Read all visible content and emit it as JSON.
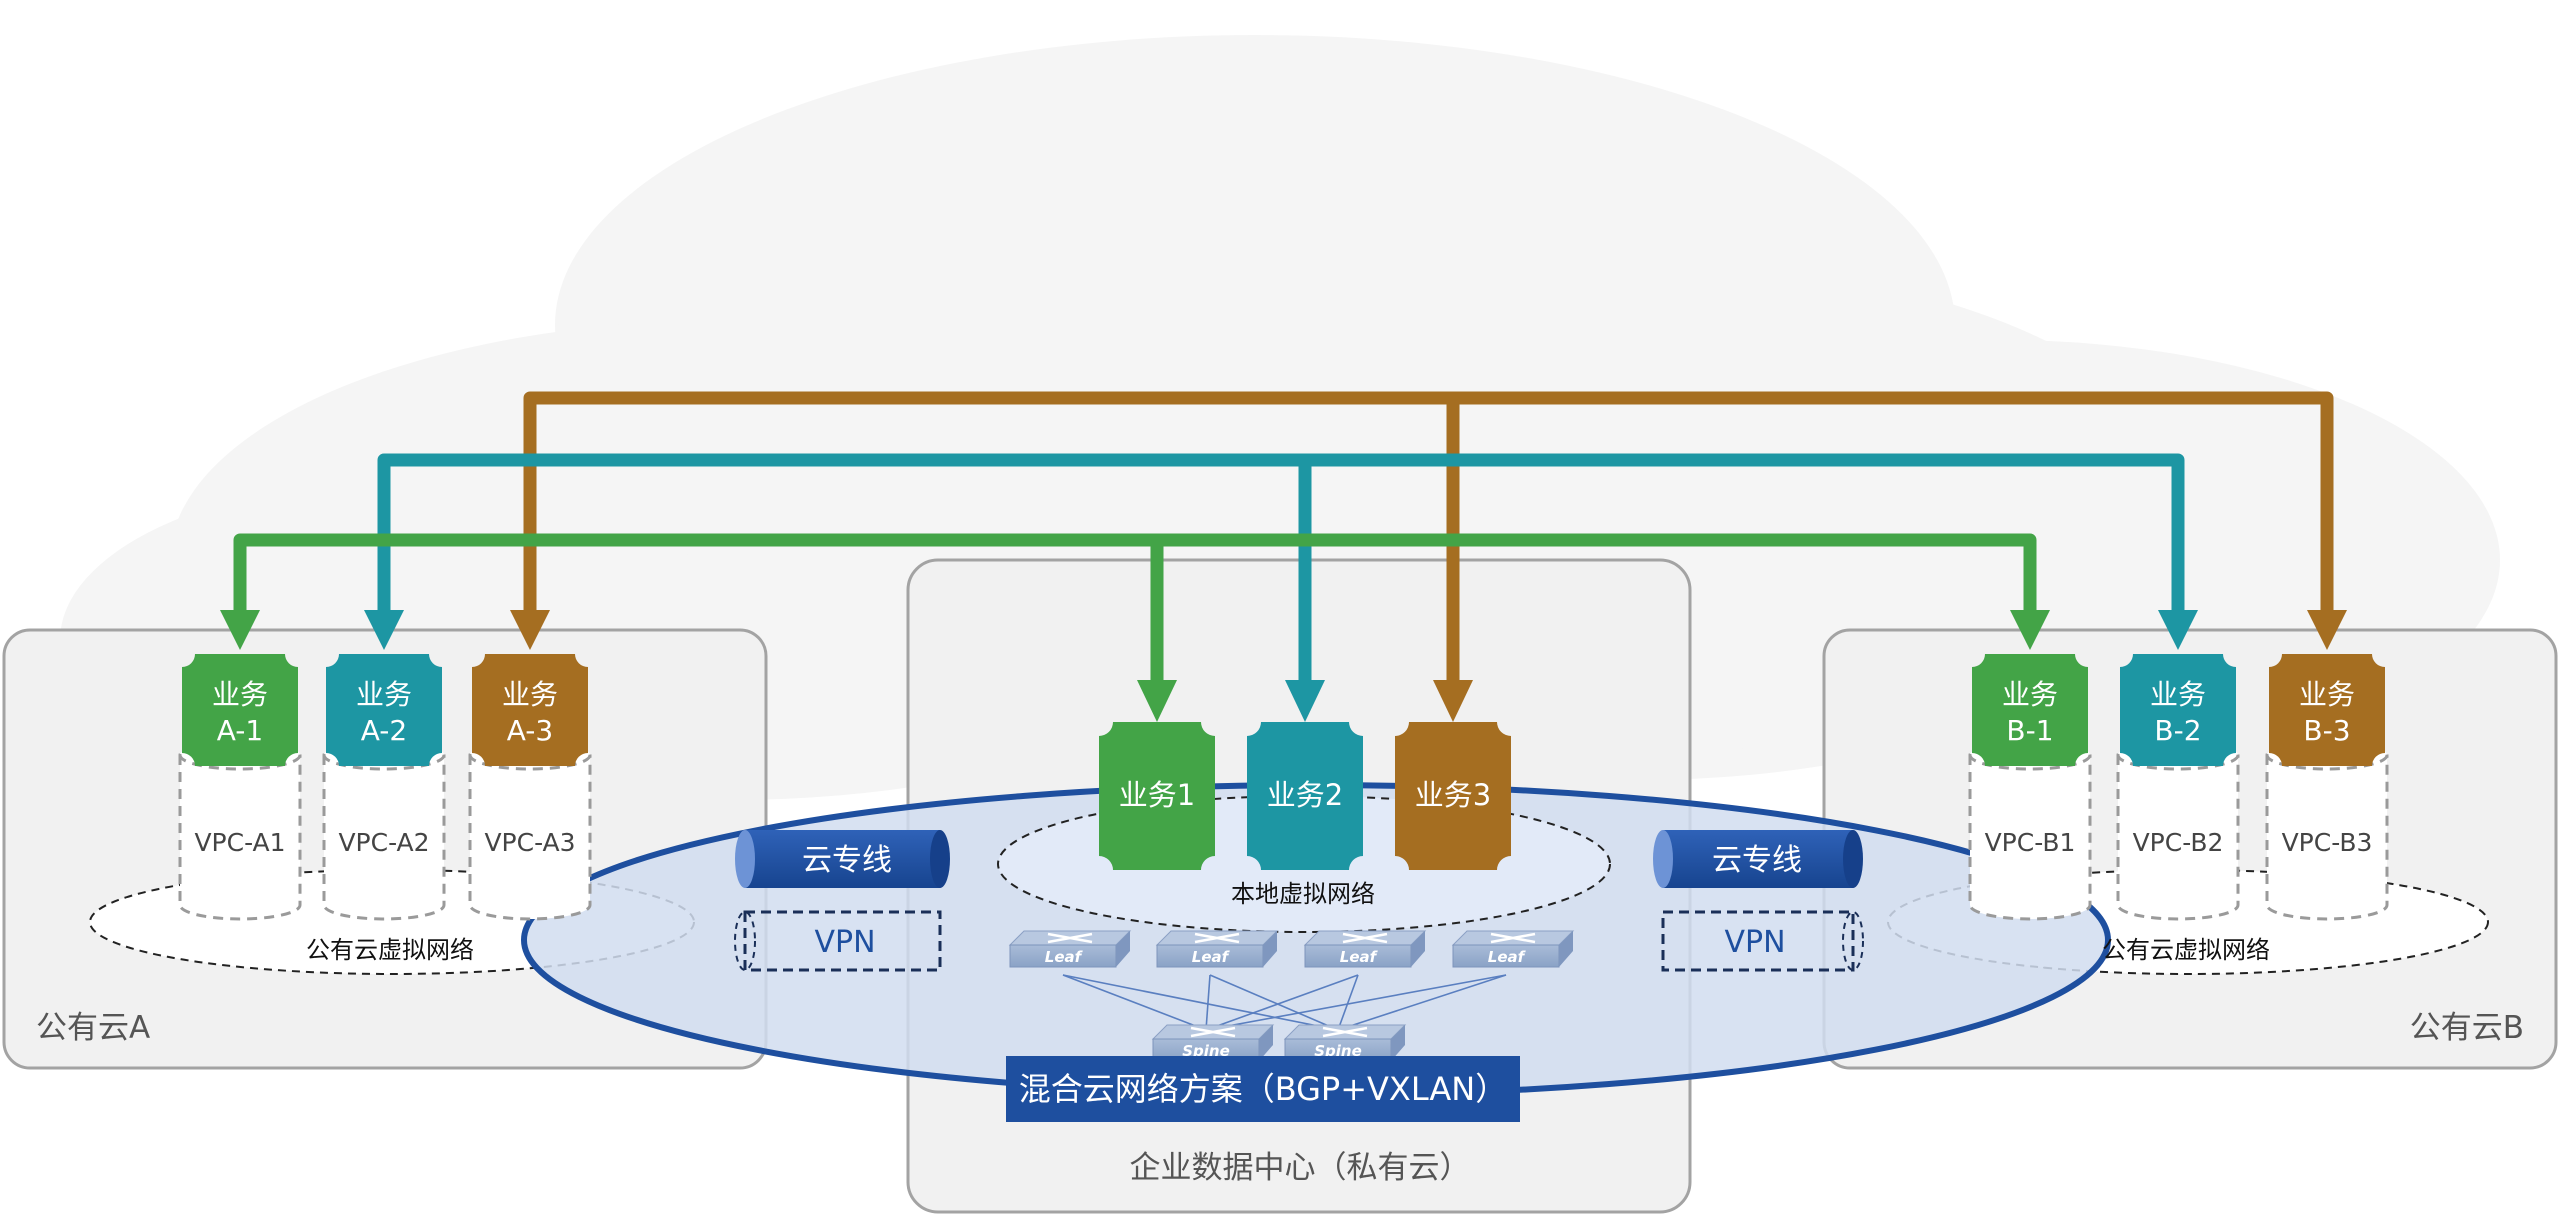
{
  "regions": {
    "cloud_a": "公有云A",
    "cloud_b": "公有云B",
    "datacenter": "企业数据中心（私有云）"
  },
  "networks": {
    "public_a": "公有云虚拟网络",
    "public_b": "公有云虚拟网络",
    "local": "本地虚拟网络",
    "hybrid_title": "混合云网络方案（BGP+VXLAN）"
  },
  "links": {
    "dedicated_left": "云专线",
    "vpn_left": "VPN",
    "dedicated_right": "云专线",
    "vpn_right": "VPN"
  },
  "services": {
    "a1": {
      "line1": "业务",
      "line2": "A-1",
      "vpc": "VPC-A1"
    },
    "a2": {
      "line1": "业务",
      "line2": "A-2",
      "vpc": "VPC-A2"
    },
    "a3": {
      "line1": "业务",
      "line2": "A-3",
      "vpc": "VPC-A3"
    },
    "b1": {
      "line1": "业务",
      "line2": "B-1",
      "vpc": "VPC-B1"
    },
    "b2": {
      "line1": "业务",
      "line2": "B-2",
      "vpc": "VPC-B2"
    },
    "b3": {
      "line1": "业务",
      "line2": "B-3",
      "vpc": "VPC-B3"
    },
    "s1": {
      "label": "业务1"
    },
    "s2": {
      "label": "业务2"
    },
    "s3": {
      "label": "业务3"
    }
  },
  "switches": {
    "leaf_label": "Leaf",
    "spine_label": "Spine"
  },
  "colors": {
    "green": "#43a447",
    "teal": "#1d96a3",
    "brown": "#a56e21",
    "blue_dark": "#1e4f9f",
    "ellipse_fill": "#d1ddf0",
    "box_fill": "#f1f1f1",
    "box_stroke": "#a3a3a3",
    "cloud": "#f4f4f4"
  }
}
